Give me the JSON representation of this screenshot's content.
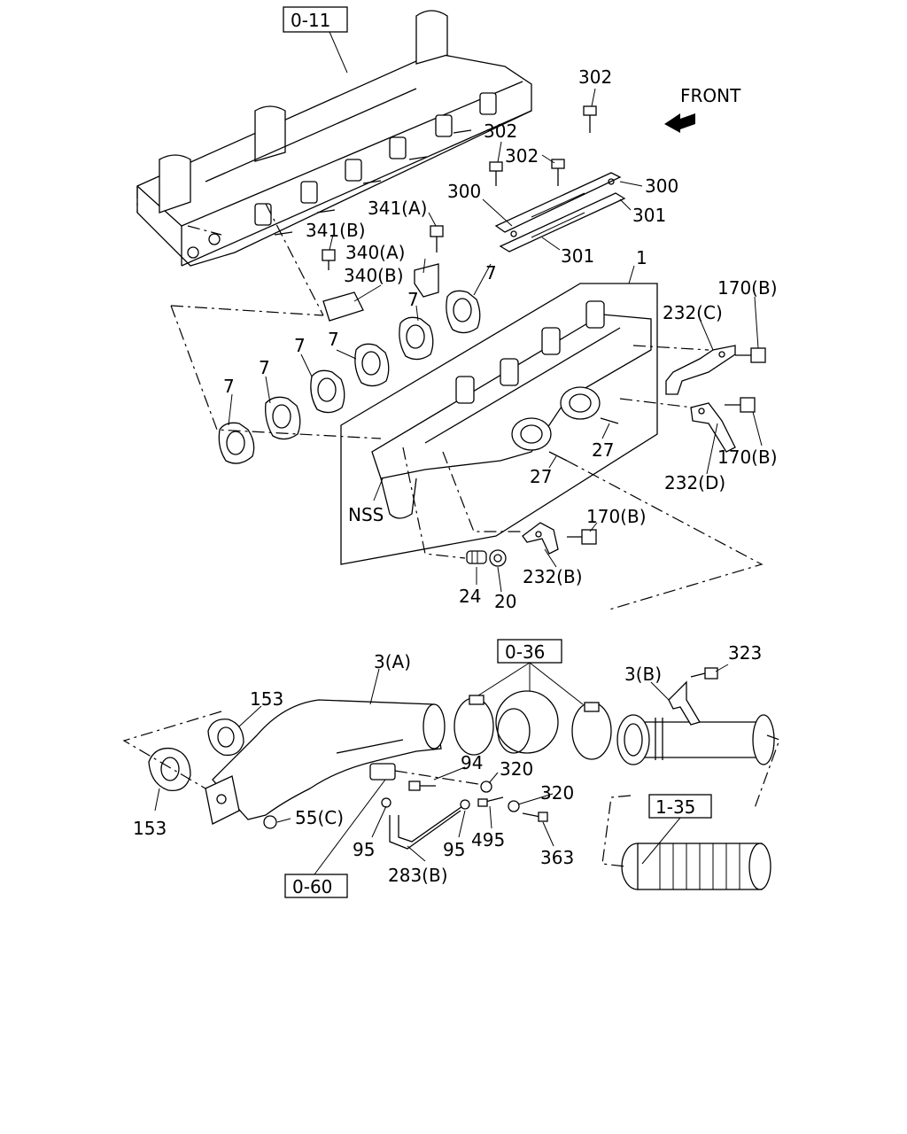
{
  "diagram": {
    "front_label": "FRONT",
    "boxed_refs": {
      "ref_0_11": "0-11",
      "ref_0_36": "0-36",
      "ref_1_35": "1-35",
      "ref_0_60": "0-60"
    },
    "callouts": {
      "c302_top": "302",
      "c302_a": "302",
      "c302_b": "302",
      "c300_left": "300",
      "c300_right": "300",
      "c301_right": "301",
      "c301_bottom": "301",
      "c341a": "341(A)",
      "c341b": "341(B)",
      "c340a": "340(A)",
      "c340b": "340(B)",
      "c1": "1",
      "c170b_top": "170(B)",
      "c232c": "232(C)",
      "c7_a": "7",
      "c7_b": "7",
      "c7_c": "7",
      "c7_d": "7",
      "c7_e": "7",
      "c7_f": "7",
      "c27_a": "27",
      "c27_b": "27",
      "c170b_mid": "170(B)",
      "c232d": "232(D)",
      "cNSS": "NSS",
      "c170b_low": "170(B)",
      "c232b": "232(B)",
      "c24": "24",
      "c20": "20",
      "c3a": "3(A)",
      "c3b": "3(B)",
      "c323": "323",
      "c153_top": "153",
      "c153_bot": "153",
      "c94": "94",
      "c320_a": "320",
      "c320_b": "320",
      "c55c": "55(C)",
      "c95_a": "95",
      "c95_b": "95",
      "c495": "495",
      "c363": "363",
      "c283b": "283(B)"
    }
  }
}
